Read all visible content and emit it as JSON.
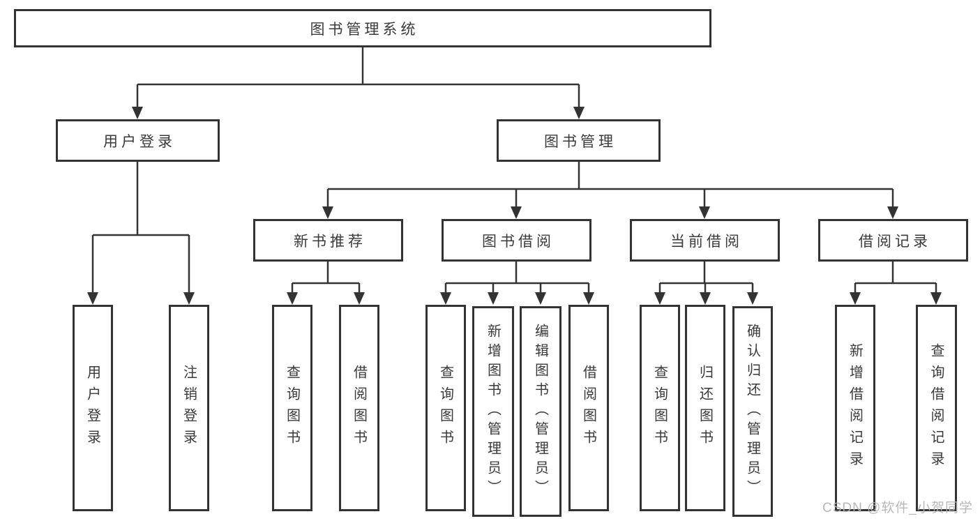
{
  "colors": {
    "line": "#333333",
    "text": "#3a3a3a",
    "node_background": "#ffffff",
    "page_background": "#ffffff",
    "watermark": "#b3b3b3"
  },
  "watermark": {
    "text": "CSDN @软件_小贺同学"
  },
  "tree": {
    "root": {
      "label": "图书管理系统",
      "children": [
        {
          "label": "用户登录",
          "children": [
            {
              "label": "用户登录"
            },
            {
              "label": "注销登录"
            }
          ]
        },
        {
          "label": "图书管理",
          "children": [
            {
              "label": "新书推荐",
              "children": [
                {
                  "label": "查询图书"
                },
                {
                  "label": "借阅图书"
                }
              ]
            },
            {
              "label": "图书借阅",
              "children": [
                {
                  "label": "查询图书"
                },
                {
                  "label": "新增图书（管理员）"
                },
                {
                  "label": "编辑图书（管理员）"
                },
                {
                  "label": "借阅图书"
                }
              ]
            },
            {
              "label": "当前借阅",
              "children": [
                {
                  "label": "查询图书"
                },
                {
                  "label": "归还图书"
                },
                {
                  "label": "确认归还（管理员）"
                }
              ]
            },
            {
              "label": "借阅记录",
              "children": [
                {
                  "label": "新增借阅记录"
                },
                {
                  "label": "查询借阅记录"
                }
              ]
            }
          ]
        }
      ]
    }
  }
}
